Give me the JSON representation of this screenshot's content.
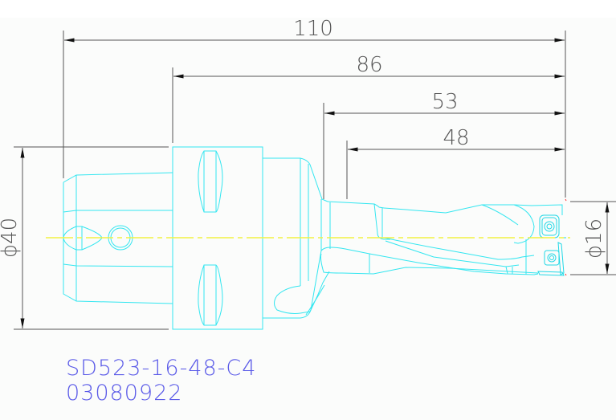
{
  "drawing": {
    "type": "technical-drawing",
    "subject": "indexable drill with HSK-style shank",
    "colors": {
      "background": "#fbfcfb",
      "outline": "#33e6f0",
      "centerline": "#f2f243",
      "dimension": "#555555",
      "label": "#5a5ae8"
    },
    "dimensions": {
      "overall_length": "110",
      "length_from_flange": "86",
      "length_from_neck": "53",
      "usable_length": "48",
      "shank_diameter": "ϕ40",
      "drill_diameter": "ϕ16"
    }
  },
  "title_block": {
    "part_number": "SD523-16-48-C4",
    "code": "03080922"
  }
}
